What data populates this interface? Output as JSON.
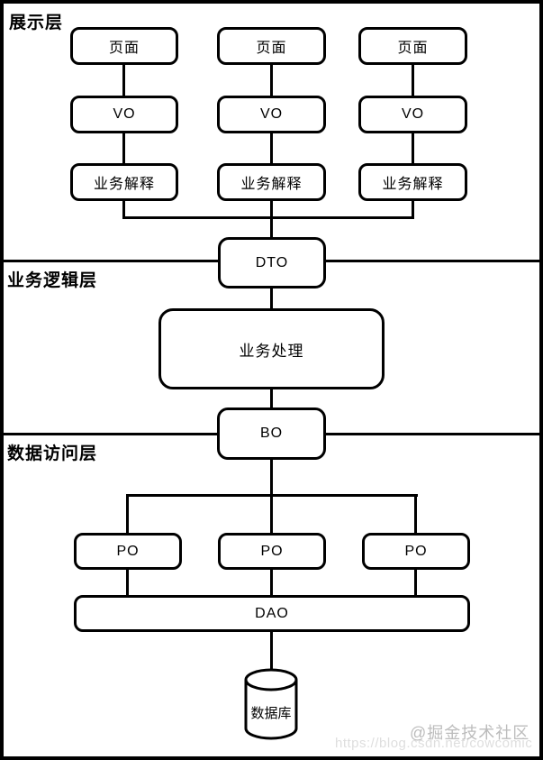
{
  "layers": {
    "presentation": "展示层",
    "business": "业务逻辑层",
    "data_access": "数据访问层"
  },
  "nodes": {
    "page": "页面",
    "vo": "VO",
    "explain": "业务解释",
    "dto": "DTO",
    "process": "业务处理",
    "bo": "BO",
    "po": "PO",
    "dao": "DAO",
    "database": "数据库"
  },
  "watermark": {
    "community": "@掘金技术社区",
    "url": "https://blog.csdn.net/cowcomic"
  },
  "colors": {
    "line": "#000000",
    "background": "#ffffff",
    "watermark_primary": "#bcbcbc",
    "watermark_secondary": "#dedede"
  }
}
